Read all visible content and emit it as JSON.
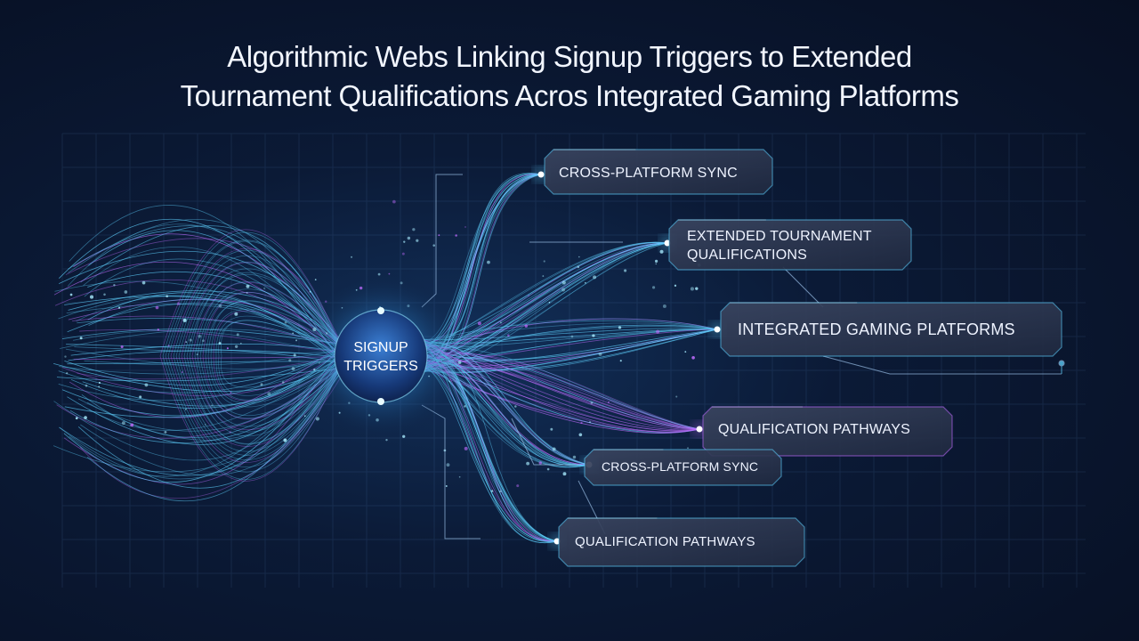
{
  "title": {
    "line1": "Algorithmic Webs Linking Signup Triggers to Extended",
    "line2": "Tournament Qualifications Acros Integrated Gaming Platforms"
  },
  "hub": {
    "line1": "SIGNUP",
    "line2": "TRIGGERS"
  },
  "labels": {
    "cross_platform_sync_top": "CROSS-PLATFORM SYNC",
    "extended_line1": "EXTENDED TOURNAMENT",
    "extended_line2": "QUALIFICATIONS",
    "integrated": "INTEGRATED GAMING PLATFORMS",
    "qualification_mid": "QUALIFICATION PATHWAYS",
    "cross_platform_sync_small": "CROSS-PLATFORM SYNC",
    "qualification_bottom": "QUALIFICATION PATHWAYS"
  },
  "colors": {
    "background": "#0b1a36",
    "cyan": "#5fd2ff",
    "violet": "#c06cff",
    "panel": "#2a3550"
  }
}
